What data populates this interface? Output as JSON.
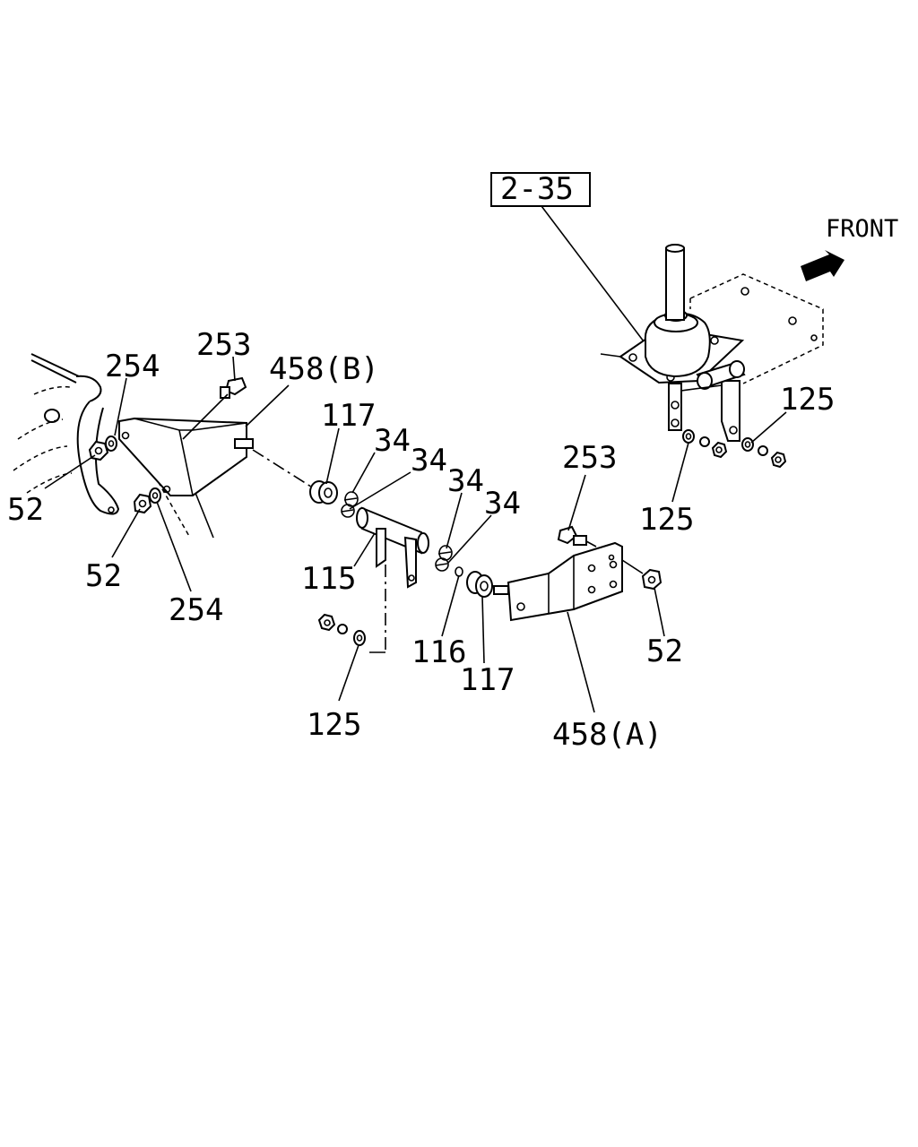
{
  "diagram": {
    "front_label": "FRONT",
    "ref_box": "2-35",
    "callouts": {
      "c253a": "253",
      "c254a": "254",
      "c458b": "458(B)",
      "c117a": "117",
      "c34a": "34",
      "c34b": "34",
      "c34c": "34",
      "c34d": "34",
      "c52a": "52",
      "c52b": "52",
      "c254b": "254",
      "c115": "115",
      "c253b": "253",
      "c125a": "125",
      "c125b": "125",
      "c116": "116",
      "c117b": "117",
      "c52c": "52",
      "c125c": "125",
      "c458a": "458(A)"
    }
  }
}
